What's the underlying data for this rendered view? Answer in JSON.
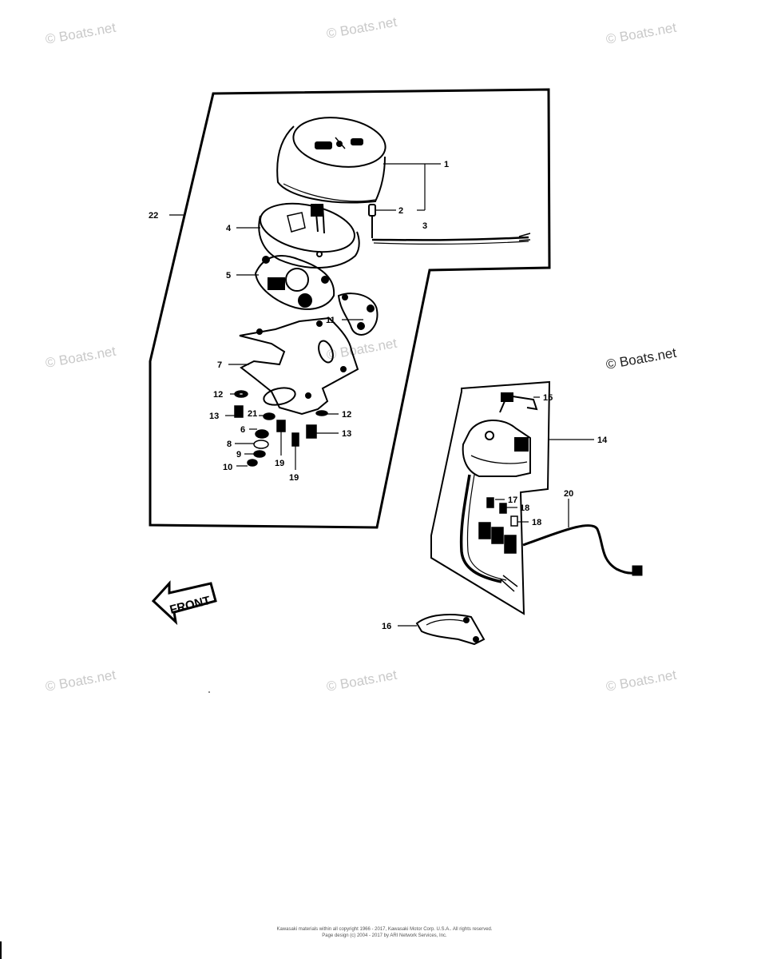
{
  "watermark": "© Boats.net",
  "front_arrow_label": "FRONT",
  "callouts": {
    "c1": "1",
    "c2": "2",
    "c3": "3",
    "c4": "4",
    "c5": "5",
    "c7": "7",
    "c11": "11",
    "c12a": "12",
    "c12b": "12",
    "c13a": "13",
    "c13b": "13",
    "c21": "21",
    "c6": "6",
    "c8": "8",
    "c9": "9",
    "c10": "10",
    "c19a": "19",
    "c19b": "19",
    "c22": "22",
    "c15": "15",
    "c14": "14",
    "c17": "17",
    "c18a": "18",
    "c18b": "18",
    "c20": "20",
    "c16": "16"
  },
  "footer": {
    "line1": "Kawasaki materials within all copyright 1966 - 2017, Kawasaki Motor Corp. U.S.A.. All rights reserved.",
    "line2": "Page design (c) 2004 - 2017 by ARI Network Services, Inc."
  }
}
